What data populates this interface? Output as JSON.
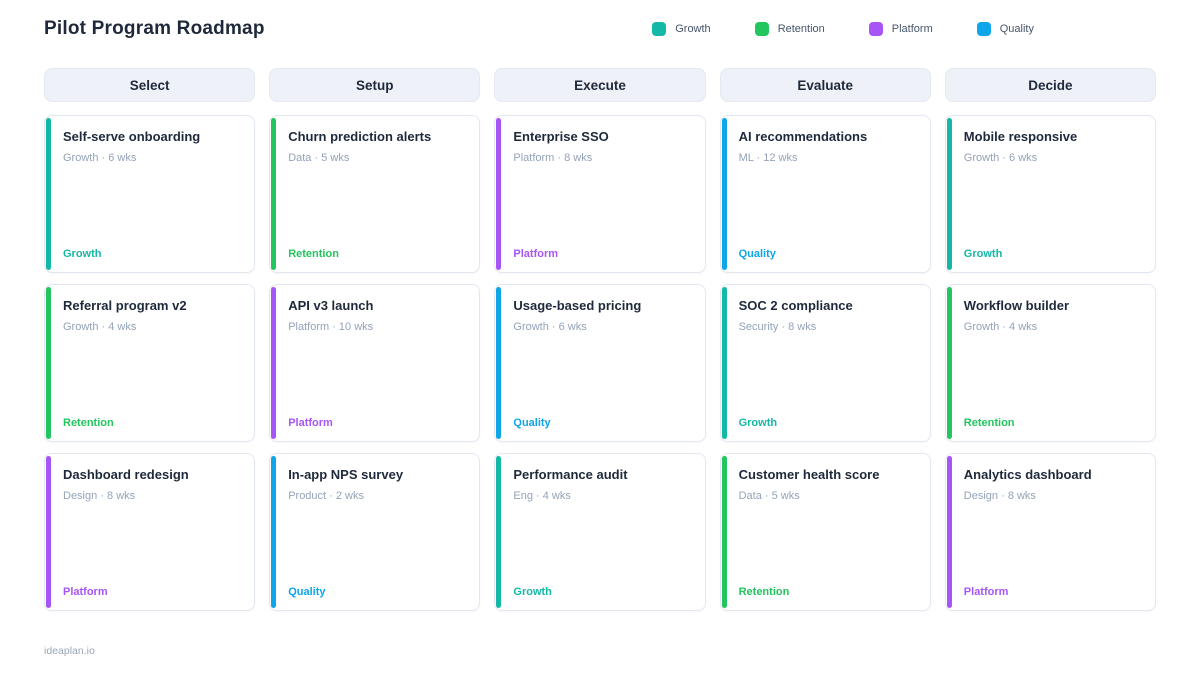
{
  "header": {
    "title": "Pilot Program Roadmap",
    "legend": [
      {
        "label": "Growth",
        "color": "#14b8a6"
      },
      {
        "label": "Retention",
        "color": "#22c55e"
      },
      {
        "label": "Platform",
        "color": "#a855f7"
      },
      {
        "label": "Quality",
        "color": "#0ea5e9"
      }
    ]
  },
  "board": {
    "columns": [
      {
        "name": "Select",
        "cards": [
          {
            "title": "Self-serve onboarding",
            "meta": "Growth · 6 wks",
            "tag": "Growth",
            "color": "#14b8a6"
          },
          {
            "title": "Referral program v2",
            "meta": "Growth · 4 wks",
            "tag": "Retention",
            "color": "#22c55e"
          },
          {
            "title": "Dashboard redesign",
            "meta": "Design · 8 wks",
            "tag": "Platform",
            "color": "#a855f7"
          }
        ]
      },
      {
        "name": "Setup",
        "cards": [
          {
            "title": "Churn prediction alerts",
            "meta": "Data · 5 wks",
            "tag": "Retention",
            "color": "#22c55e"
          },
          {
            "title": "API v3 launch",
            "meta": "Platform · 10 wks",
            "tag": "Platform",
            "color": "#a855f7"
          },
          {
            "title": "In-app NPS survey",
            "meta": "Product · 2 wks",
            "tag": "Quality",
            "color": "#0ea5e9"
          }
        ]
      },
      {
        "name": "Execute",
        "cards": [
          {
            "title": "Enterprise SSO",
            "meta": "Platform · 8 wks",
            "tag": "Platform",
            "color": "#a855f7"
          },
          {
            "title": "Usage-based pricing",
            "meta": "Growth · 6 wks",
            "tag": "Quality",
            "color": "#0ea5e9"
          },
          {
            "title": "Performance audit",
            "meta": "Eng · 4 wks",
            "tag": "Growth",
            "color": "#14b8a6"
          }
        ]
      },
      {
        "name": "Evaluate",
        "cards": [
          {
            "title": "AI recommendations",
            "meta": "ML · 12 wks",
            "tag": "Quality",
            "color": "#0ea5e9"
          },
          {
            "title": "SOC 2 compliance",
            "meta": "Security · 8 wks",
            "tag": "Growth",
            "color": "#14b8a6"
          },
          {
            "title": "Customer health score",
            "meta": "Data · 5 wks",
            "tag": "Retention",
            "color": "#22c55e"
          }
        ]
      },
      {
        "name": "Decide",
        "cards": [
          {
            "title": "Mobile responsive",
            "meta": "Growth · 6 wks",
            "tag": "Growth",
            "color": "#14b8a6"
          },
          {
            "title": "Workflow builder",
            "meta": "Growth · 4 wks",
            "tag": "Retention",
            "color": "#22c55e"
          },
          {
            "title": "Analytics dashboard",
            "meta": "Design · 8 wks",
            "tag": "Platform",
            "color": "#a855f7"
          }
        ]
      }
    ]
  },
  "footer": {
    "brand": "ideaplan.io"
  }
}
